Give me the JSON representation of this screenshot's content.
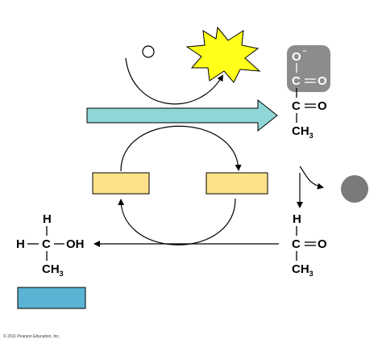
{
  "colors": {
    "background": "#ffffff",
    "cyan_arrow": "#8fd6d6",
    "yellow_box": "#fde28a",
    "blue_box": "#5ab3d3",
    "starburst": "#ffff1a",
    "gray_circle": "#7a7a7a",
    "gray_highlight": "#8c8c8c",
    "line": "#000000"
  },
  "pyruvate": {
    "o_minus": "O",
    "minus_sign": "−",
    "c_top": "C",
    "o_top": "O",
    "c_mid": "C",
    "o_mid": "O",
    "ch": "CH",
    "ch_sub": "3"
  },
  "acetaldehyde": {
    "h": "H",
    "c": "C",
    "o": "O",
    "ch": "CH",
    "ch_sub": "3"
  },
  "ethanol": {
    "h_top": "H",
    "h_left": "H",
    "c": "C",
    "oh": "OH",
    "ch": "CH",
    "ch_sub": "3"
  },
  "copyright": "© 2011 Pearson Education, Inc."
}
